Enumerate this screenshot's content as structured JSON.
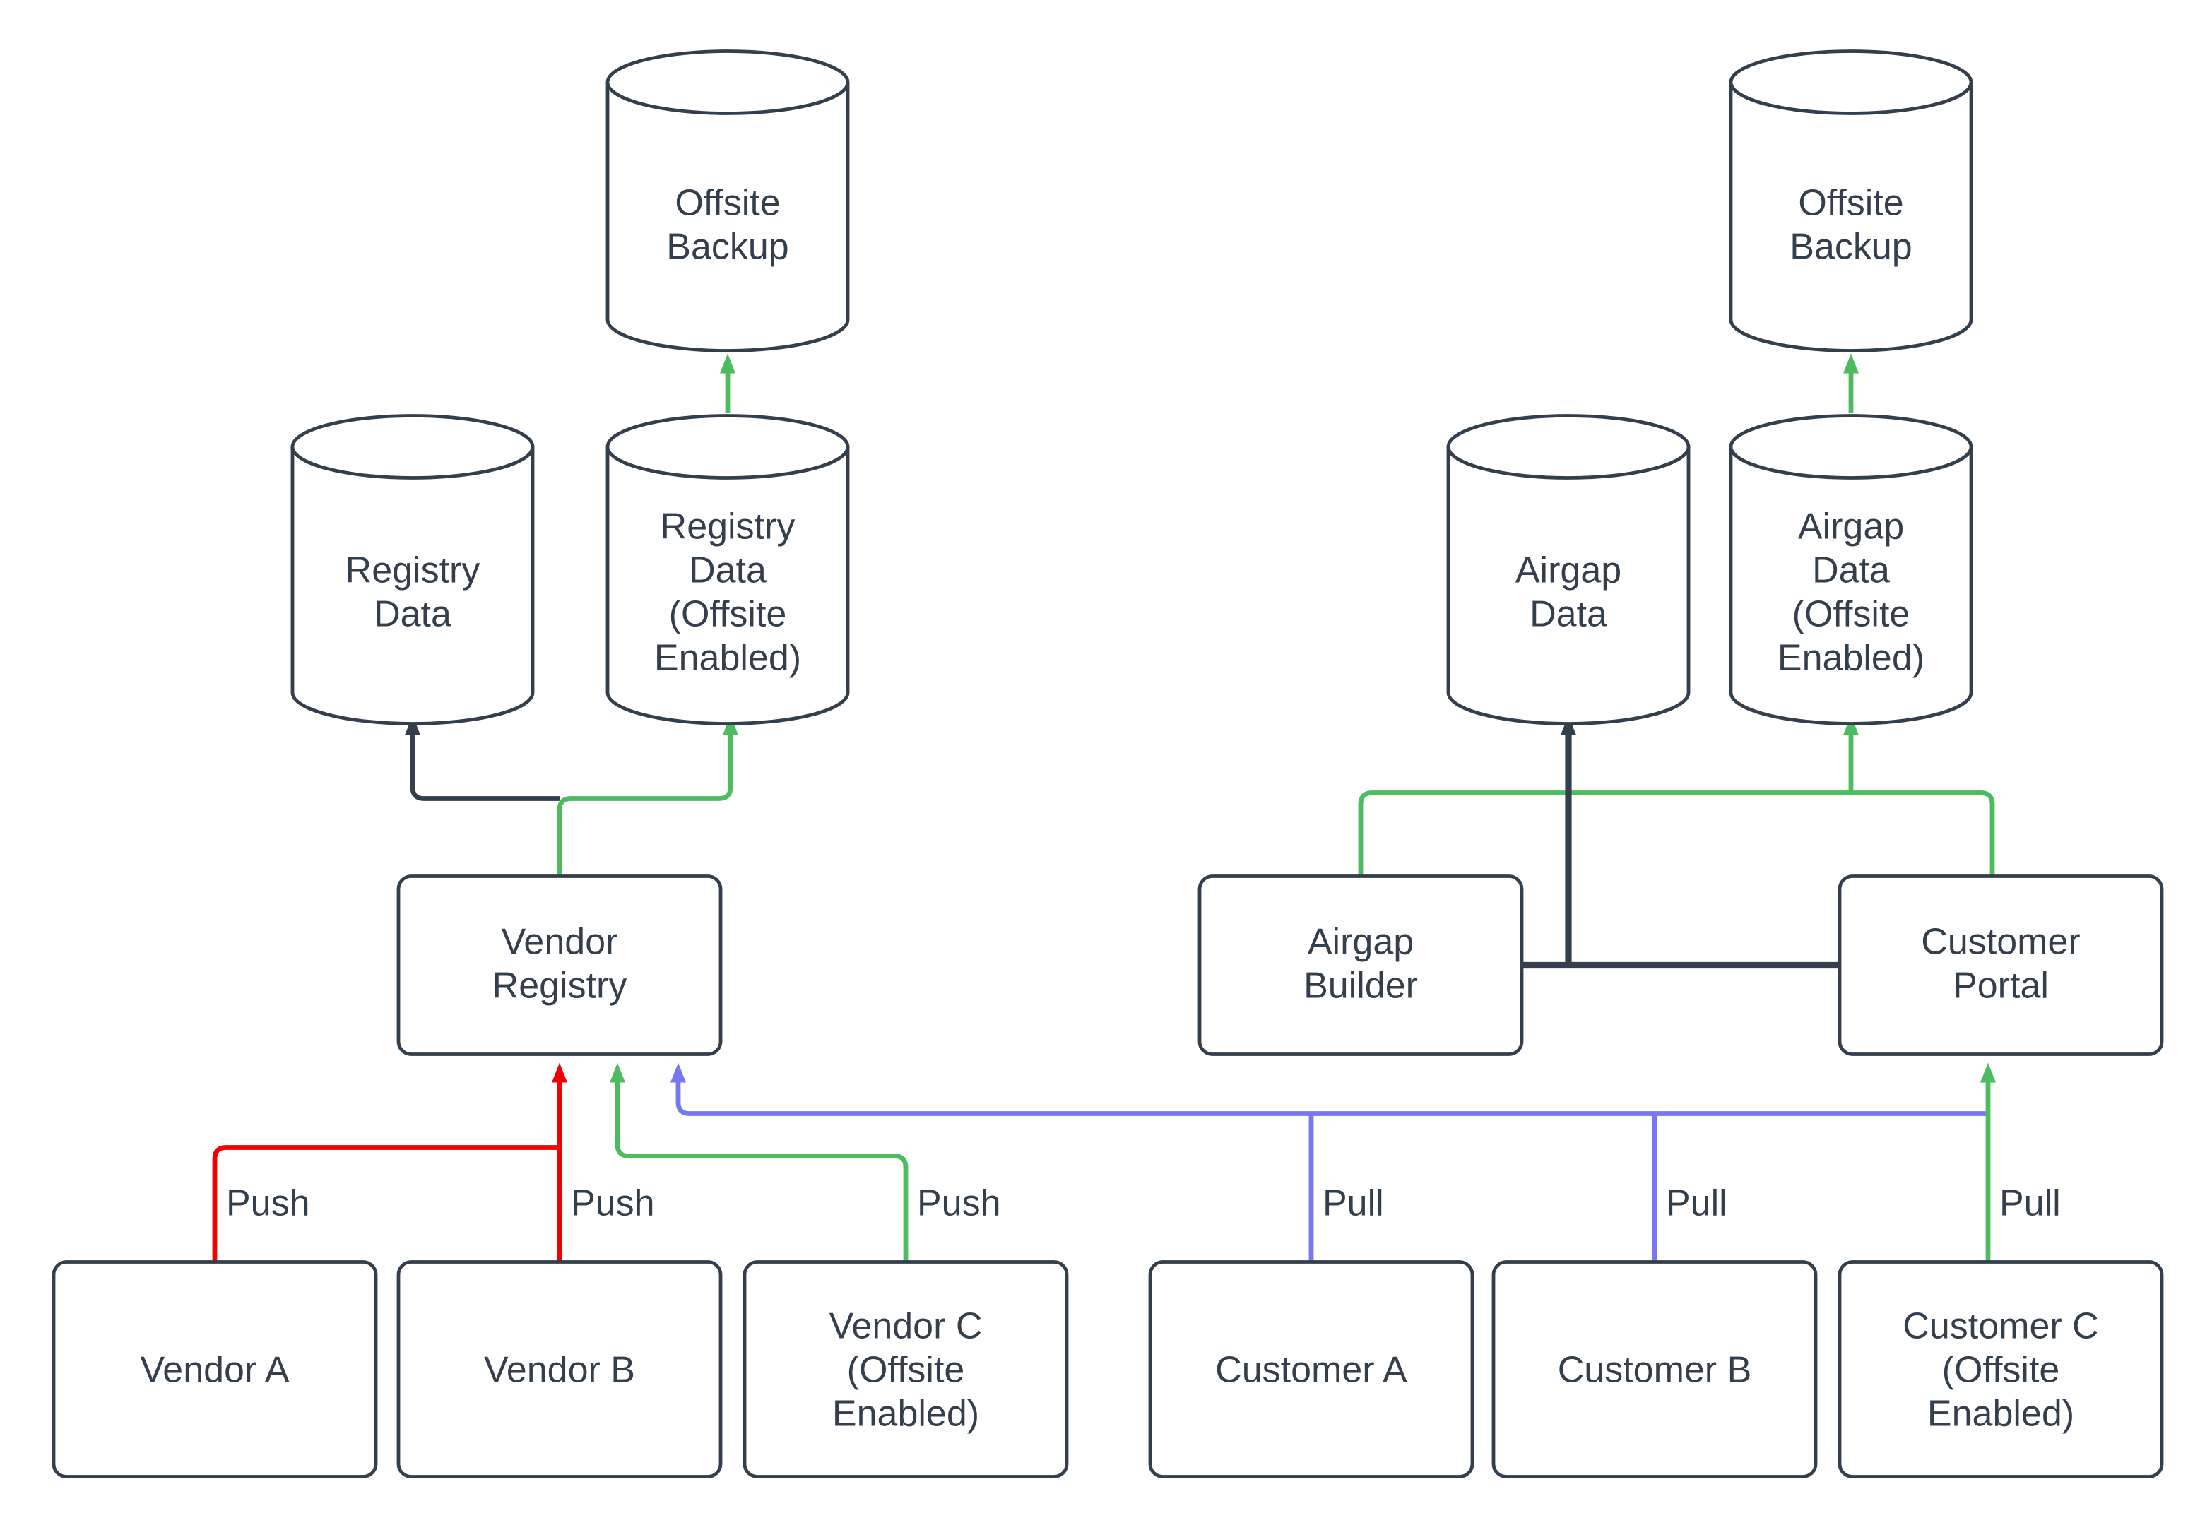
{
  "colors": {
    "dark": "#333F4D",
    "red": "#EE0202",
    "green": "#4DBB5F",
    "blue": "#7678EF",
    "node_fill": "#FFFFFF",
    "background": "#FFFFFF"
  },
  "labels": {
    "push": "Push",
    "pull": "Pull"
  },
  "nodes": {
    "offsite_backup_left": {
      "shape": "cylinder",
      "lines": [
        "Offsite",
        "Backup"
      ]
    },
    "registry_data": {
      "shape": "cylinder",
      "lines": [
        "Registry",
        "Data"
      ]
    },
    "registry_data_offsite": {
      "shape": "cylinder",
      "lines": [
        "Registry",
        "Data",
        "(Offsite",
        "Enabled)"
      ]
    },
    "vendor_registry": {
      "shape": "rect",
      "lines": [
        "Vendor",
        "Registry"
      ]
    },
    "vendor_a": {
      "shape": "rect",
      "lines": [
        "Vendor A"
      ]
    },
    "vendor_b": {
      "shape": "rect",
      "lines": [
        "Vendor B"
      ]
    },
    "vendor_c": {
      "shape": "rect",
      "lines": [
        "Vendor C",
        "(Offsite",
        "Enabled)"
      ]
    },
    "airgap_data": {
      "shape": "cylinder",
      "lines": [
        "Airgap",
        "Data"
      ]
    },
    "airgap_data_offsite": {
      "shape": "cylinder",
      "lines": [
        "Airgap",
        "Data",
        "(Offsite",
        "Enabled)"
      ]
    },
    "offsite_backup_right": {
      "shape": "cylinder",
      "lines": [
        "Offsite",
        "Backup"
      ]
    },
    "airgap_builder": {
      "shape": "rect",
      "lines": [
        "Airgap",
        "Builder"
      ]
    },
    "customer_portal": {
      "shape": "rect",
      "lines": [
        "Customer",
        "Portal"
      ]
    },
    "customer_a": {
      "shape": "rect",
      "lines": [
        "Customer A"
      ]
    },
    "customer_b": {
      "shape": "rect",
      "lines": [
        "Customer B"
      ]
    },
    "customer_c": {
      "shape": "rect",
      "lines": [
        "Customer C",
        "(Offsite",
        "Enabled)"
      ]
    }
  },
  "edges": [
    {
      "from": "vendor_registry",
      "to": "registry_data",
      "color": "dark",
      "label": ""
    },
    {
      "from": "vendor_registry",
      "to": "registry_data_offsite",
      "color": "green",
      "label": ""
    },
    {
      "from": "registry_data_offsite",
      "to": "offsite_backup_left",
      "color": "green",
      "label": ""
    },
    {
      "from": "vendor_a",
      "to": "vendor_registry",
      "color": "red",
      "label": "Push"
    },
    {
      "from": "vendor_b",
      "to": "vendor_registry",
      "color": "red",
      "label": "Push"
    },
    {
      "from": "vendor_c",
      "to": "vendor_registry",
      "color": "green",
      "label": "Push"
    },
    {
      "from": "customer_a",
      "to": "vendor_registry",
      "color": "blue",
      "label": "Pull"
    },
    {
      "from": "customer_b",
      "to": "vendor_registry",
      "color": "blue",
      "label": "Pull"
    },
    {
      "from": "customer_c",
      "to": "customer_portal",
      "color": "green",
      "label": "Pull"
    },
    {
      "from": "airgap_builder",
      "to": "airgap_data",
      "color": "dark",
      "label": ""
    },
    {
      "from": "customer_portal",
      "to": "airgap_data",
      "color": "dark",
      "label": ""
    },
    {
      "from": "airgap_builder",
      "to": "airgap_data_offsite",
      "color": "green",
      "label": ""
    },
    {
      "from": "customer_portal",
      "to": "airgap_data_offsite",
      "color": "green",
      "label": ""
    },
    {
      "from": "airgap_data_offsite",
      "to": "offsite_backup_right",
      "color": "green",
      "label": ""
    }
  ]
}
